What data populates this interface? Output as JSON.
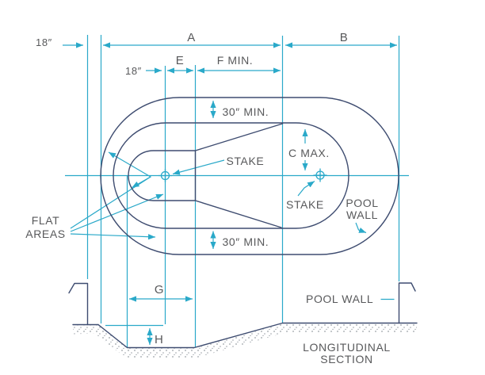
{
  "diagram": {
    "type": "pool-excavation-dig-diagram",
    "dimensions": {
      "offset_top": "18″",
      "a": "A",
      "b": "B",
      "offset_mid": "18″",
      "e": "E",
      "f_min": "F MIN.",
      "min30_top": "30″ MIN.",
      "c_max": "C MAX.",
      "min30_bottom": "30″ MIN.",
      "g": "G",
      "h": "H"
    },
    "labels": {
      "stake_left": "STAKE",
      "stake_right": "STAKE",
      "pool_wall_plan_line1": "POOL",
      "pool_wall_plan_line2": "WALL",
      "flat_areas_line1": "FLAT",
      "flat_areas_line2": "AREAS",
      "pool_wall_section": "POOL WALL",
      "section_title_line1": "LONGITUDINAL",
      "section_title_line2": "SECTION"
    },
    "colors": {
      "dimension_accent": "#2aa9c9",
      "outline": "#3e4c70",
      "text": "#58595b",
      "stipple": "#9aa0a6"
    }
  }
}
